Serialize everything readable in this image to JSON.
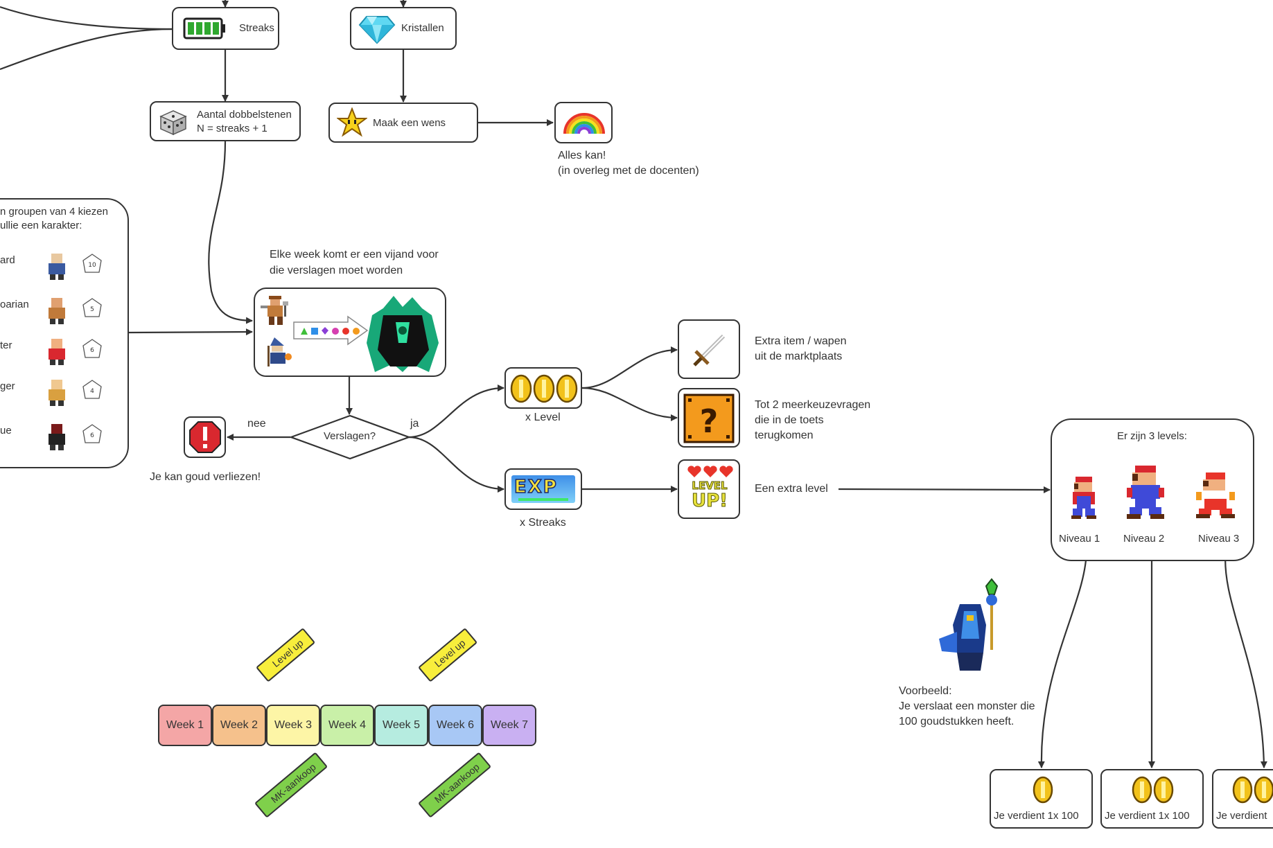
{
  "nodes": {
    "streaks": "Streaks",
    "kristallen": "Kristallen",
    "dice_count_line1": "Aantal dobbelstenen",
    "dice_count_line2": "N = streaks + 1",
    "make_wish": "Maak een wens",
    "anything_line1": "Alles kan!",
    "anything_line2": "(in overleg met de docenten)",
    "enemy_line1": "Elke week komt er een vijand voor",
    "enemy_line2": "die verslagen moet worden",
    "defeated": "Verslagen?",
    "no": "nee",
    "yes": "ja",
    "lose_gold": "Je kan goud verliezen!",
    "x_level": "x Level",
    "x_streaks": "x Streaks",
    "extra_item_line1": "Extra item / wapen",
    "extra_item_line2": "uit de marktplaats",
    "mc_line1": "Tot 2 meerkeuzevragen",
    "mc_line2": "die in de toets",
    "mc_line3": "terugkomen",
    "extra_level": "Een extra level",
    "exp_text": "EXP",
    "levelup_line1": "LEVEL",
    "levelup_line2": "UP!"
  },
  "characters": {
    "title_line1": "n groupen van 4 kiezen",
    "title_line2": "ullie een karakter:",
    "rows": [
      {
        "name": "ard",
        "die": "10"
      },
      {
        "name": "oarian",
        "die": "5"
      },
      {
        "name": "ter",
        "die": "6"
      },
      {
        "name": "ger",
        "die": "4"
      },
      {
        "name": "ue",
        "die": "6"
      }
    ]
  },
  "levels": {
    "title": "Er zijn 3 levels:",
    "items": [
      "Niveau 1",
      "Niveau 2",
      "Niveau 3"
    ]
  },
  "example": {
    "line1": "Voorbeeld:",
    "line2": "Je verslaat een monster die",
    "line3": "100 goudstukken heeft."
  },
  "earnings": [
    "Je verdient 1x 100",
    "Je verdient 1x 100",
    "Je verdient"
  ],
  "timeline": {
    "weeks": [
      {
        "label": "Week 1",
        "color": "#f4a6a6"
      },
      {
        "label": "Week 2",
        "color": "#f5c18c"
      },
      {
        "label": "Week 3",
        "color": "#fdf5a6"
      },
      {
        "label": "Week 4",
        "color": "#c9f0a8"
      },
      {
        "label": "Week 5",
        "color": "#b6ece0"
      },
      {
        "label": "Week 6",
        "color": "#a8c8f5"
      },
      {
        "label": "Week 7",
        "color": "#c9b0f2"
      }
    ],
    "level_up_tag": "Level up",
    "shop_tag": "MK-aankoop",
    "tag_colors": {
      "level_up": "#f8ee3c",
      "shop": "#7fd04b"
    }
  },
  "colors": {
    "line": "#333333",
    "gold": "#f2c21b",
    "battery": "#2fa82f",
    "gem": "#3cc8e8",
    "alert": "#d9282f"
  }
}
